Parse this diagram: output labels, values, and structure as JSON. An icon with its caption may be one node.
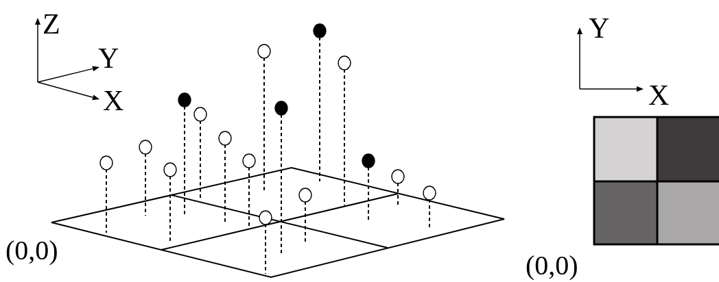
{
  "diagram": {
    "labels": [
      "Z",
      "Y",
      "X",
      "(0,0)",
      "Y",
      "X",
      "(0,0)"
    ]
  }
}
